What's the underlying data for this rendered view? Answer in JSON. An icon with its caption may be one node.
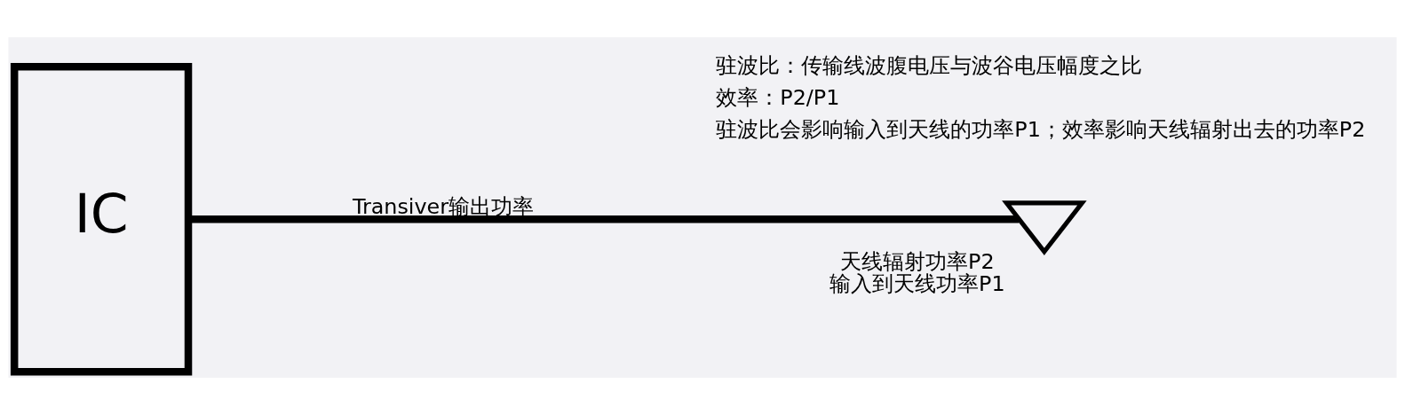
{
  "diagram": {
    "nodes": [
      {
        "text": [
          "IC"
        ]
      },
      {
        "text": [],
        "shape": "triangle",
        "beside": [
          "天线辐射功率P2",
          "输入到天线功率P1"
        ]
      }
    ],
    "edges": [
      {
        "from": 0,
        "to": 1,
        "arrow": "none",
        "label": "Transiver输出功率"
      }
    ],
    "labels": [
      "驻波比：传输线波腹电压与波谷电压幅度之比",
      "效率：P2/P1",
      "驻波比会影响输入到天线的功率P1；效率影响天线辐射出去的功率P2"
    ]
  }
}
